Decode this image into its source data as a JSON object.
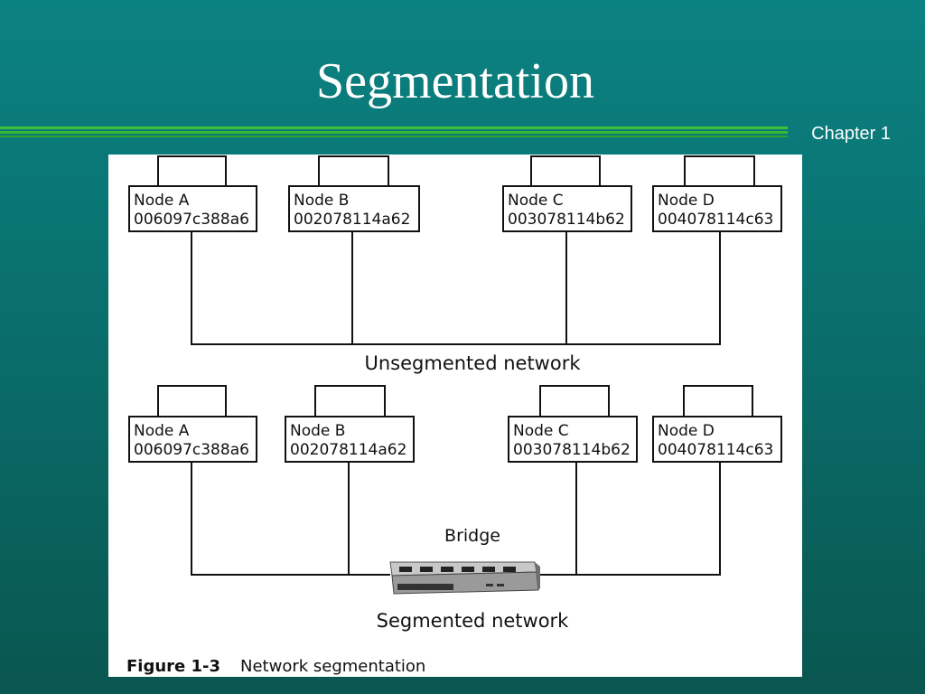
{
  "slide": {
    "title": "Segmentation",
    "chapter": "Chapter 1"
  },
  "figure": {
    "unsegmented": {
      "label": "Unsegmented network",
      "nodes": [
        {
          "name": "Node A",
          "mac": "006097c388a6"
        },
        {
          "name": "Node B",
          "mac": "002078114a62"
        },
        {
          "name": "Node C",
          "mac": "003078114b62"
        },
        {
          "name": "Node D",
          "mac": "004078114c63"
        }
      ]
    },
    "segmented": {
      "label": "Segmented network",
      "bridge_label": "Bridge",
      "nodes": [
        {
          "name": "Node A",
          "mac": "006097c388a6"
        },
        {
          "name": "Node B",
          "mac": "002078114a62"
        },
        {
          "name": "Node C",
          "mac": "003078114b62"
        },
        {
          "name": "Node D",
          "mac": "004078114c63"
        }
      ]
    },
    "caption_number": "Figure 1-3",
    "caption_text": "Network segmentation"
  },
  "colors": {
    "accent_rule": "#3fbf3a",
    "background": "#0a6f6d"
  }
}
